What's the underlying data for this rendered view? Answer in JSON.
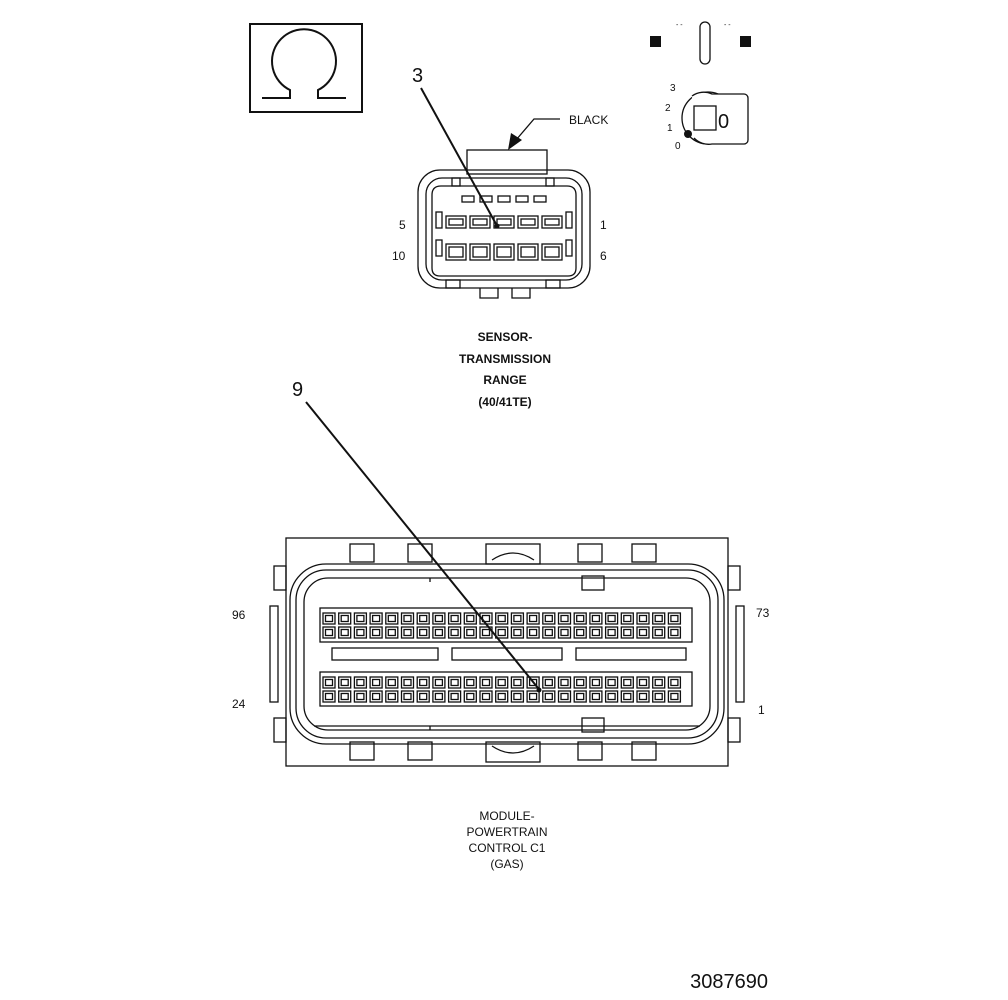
{
  "symbol": {
    "name": "ohms-symbol-icon"
  },
  "ignition": {
    "key_glyph": "0",
    "positions": [
      "3",
      "2",
      "1",
      "0"
    ]
  },
  "sensor_connector": {
    "color_label": "BLACK",
    "callout": "3",
    "pin_labels": {
      "top_left": "5",
      "top_right": "1",
      "bottom_left": "10",
      "bottom_right": "6"
    },
    "caption": [
      "SENSOR-",
      "TRANSMISSION",
      "RANGE",
      "(40/41TE)"
    ]
  },
  "pcm_connector": {
    "callout": "9",
    "pin_labels": {
      "top_left": "96",
      "top_right": "73",
      "bottom_left": "24",
      "bottom_right": "1"
    },
    "caption": [
      "MODULE-",
      "POWERTRAIN",
      "CONTROL C1",
      "(GAS)"
    ]
  },
  "figure_number": "3087690"
}
